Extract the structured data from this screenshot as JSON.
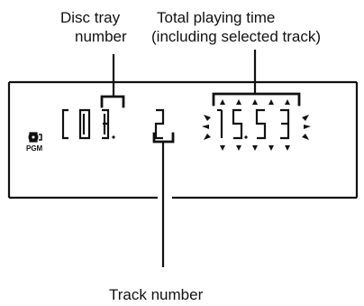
{
  "labels": {
    "disc_tray_line1": "Disc tray",
    "disc_tray_line2": "number",
    "total_time_line1": "Total playing time",
    "total_time_line2": "(including selected track)",
    "track_number": "Track number"
  },
  "display": {
    "pgm_indicator": "PGM",
    "disc_indicator": "C",
    "disc_tray_number": "03",
    "track_number": "2",
    "total_time": "15.53",
    "total_time_blinking": true
  },
  "icons": {
    "disc_icon": "disc-icon"
  }
}
